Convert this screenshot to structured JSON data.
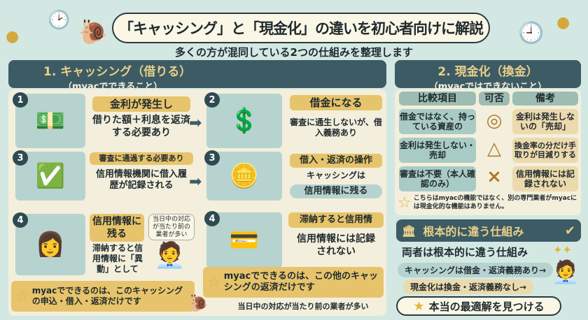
{
  "header": {
    "title": "「キャッシング」と「現金化」の違いを初心者向けに解説",
    "subtitle": "多くの方が混同している2つの仕組みを整理します"
  },
  "left": {
    "heading": "1. キャッシング（借りる）",
    "subheading": "（myacでできること）",
    "cards": [
      {
        "num": "1",
        "label": "金利が発生し",
        "text": "借りた額＋利息を返済する必要あり"
      },
      {
        "num": "3",
        "label": "審査に通過する必要あり",
        "text": "信用情報機関に借入履歴が記録される"
      },
      {
        "num": "4",
        "label": "信用情報に残る",
        "text": "滞納すると信用情報に「異動」として",
        "bubble": "当日中の対応が当たり前の業者が多い"
      }
    ],
    "footer": "myacでできるのは、このキャッシングの申込・借入・返済だけです"
  },
  "middle": {
    "cards": [
      {
        "num": "2",
        "label": "借金になる",
        "text": "審査に通生しないが、借入義務あり"
      },
      {
        "num": "3",
        "label": "借入・返済の操作",
        "text": "キャッシングは",
        "pill": "信用情報に残る"
      },
      {
        "num": "4",
        "label": "滞納すると信用情",
        "text": "信用情報には記録されない"
      }
    ],
    "footer": "myacでできるのは、この他のキャッシングの返済だけです",
    "note": "当日中の対応が当たり前の業者が多い"
  },
  "right": {
    "heading": "2. 現金化（換金）",
    "subheading": "（myacではできないこと）",
    "table": {
      "headers": [
        "比較項目",
        "可否",
        "備考"
      ],
      "rows": [
        {
          "item": "借金ではなく、持っている資産の",
          "mark": "◎",
          "note": "金利は発生しないの「売却」"
        },
        {
          "item": "金利は発生しない・売却",
          "mark": "△",
          "note": "換金率の分だけ手取りが目減りする"
        },
        {
          "item": "審査は不要（本人確認のみ）",
          "mark": "×",
          "note": "信用情報には記録されない"
        }
      ]
    },
    "notice": "こちらはmyacの機能ではなく、別の専門業者がmyacには現金化的な機能はありません。",
    "section_title": "根本的に違う仕組み",
    "section_text": "両者は根本的に違う仕組み",
    "cashing_line": "キャッシングは借金・返済義務あり→",
    "cash_line": "現金化は換金・返済義務なし→",
    "conclusion": "本当の最適解を見つける"
  },
  "colors": {
    "background": "#d3e8e3",
    "header": "#3d5b64",
    "gold": "#e7c46b",
    "panel": "#f3efdc"
  },
  "icons": {
    "coin": "coin-icon",
    "clock": "clock-icon",
    "snail": "snail-icon",
    "star": "star-icon",
    "check": "check-icon",
    "bank": "bank-icon"
  }
}
